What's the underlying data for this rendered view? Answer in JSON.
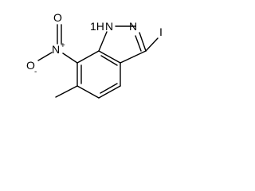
{
  "molecule": {
    "atoms": {
      "n1h": "1H",
      "n1": "N",
      "n2": "N",
      "iodine": "I",
      "nitro_n": "N",
      "nitro_n_charge": "+",
      "nitro_o_top": "O",
      "nitro_o_left": "O",
      "nitro_o_left_charge": "-"
    }
  }
}
